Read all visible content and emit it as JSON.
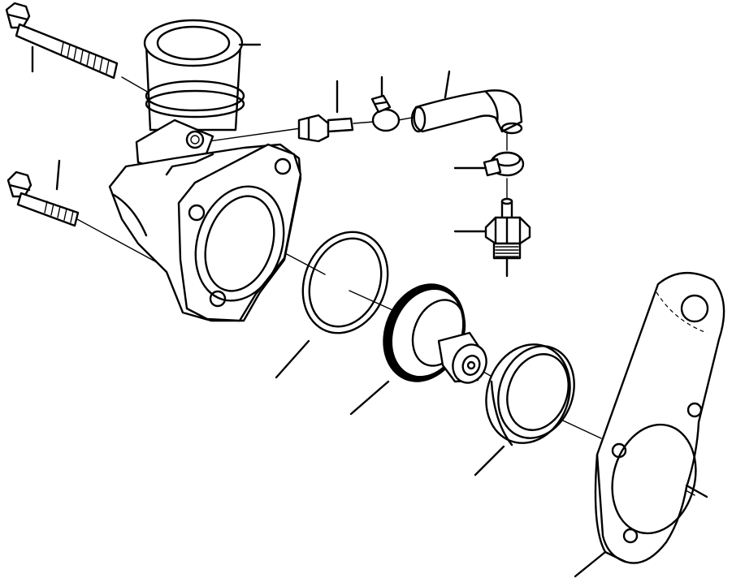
{
  "diagram": {
    "parts": [
      {
        "id": "long-bolt",
        "icon": "bolt-icon"
      },
      {
        "id": "outlet-housing",
        "icon": "housing-icon"
      },
      {
        "id": "sensor-fitting",
        "icon": "fitting-icon"
      },
      {
        "id": "hose-clamp-upper",
        "icon": "clamp-icon"
      },
      {
        "id": "bypass-hose",
        "icon": "hose-icon"
      },
      {
        "id": "hose-clamp-lower",
        "icon": "clamp-icon"
      },
      {
        "id": "adapter-fitting",
        "icon": "fitting-icon"
      },
      {
        "id": "short-bolt",
        "icon": "bolt-icon"
      },
      {
        "id": "o-ring",
        "icon": "seal-icon"
      },
      {
        "id": "thermostat",
        "icon": "thermostat-icon"
      },
      {
        "id": "thermostat-seal",
        "icon": "seal-icon"
      },
      {
        "id": "gasket",
        "icon": "gasket-icon"
      }
    ]
  }
}
